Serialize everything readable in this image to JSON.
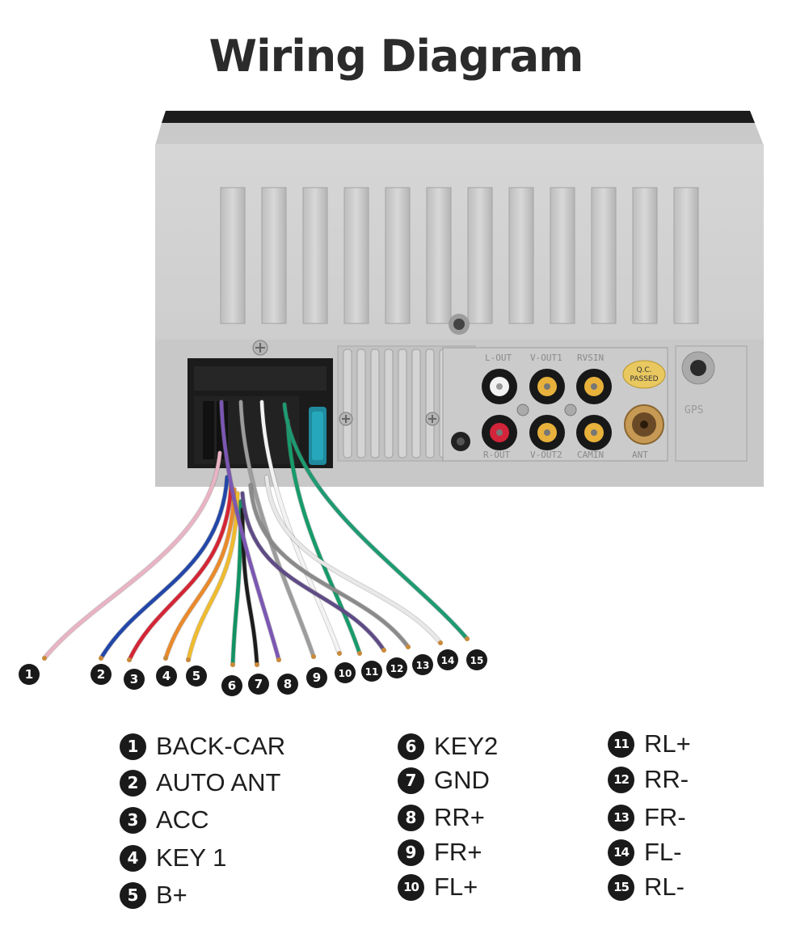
{
  "title": "Wiring Diagram",
  "unit_labels": {
    "l_out": "L-OUT",
    "v_out1": "V-OUT1",
    "rvsin": "RVSIN",
    "r_out": "R-OUT",
    "v_out2": "V-OUT2",
    "camin": "CAMIN",
    "ant": "ANT",
    "gps": "GPS",
    "qc": "Q.C.",
    "passed": "PASSED"
  },
  "wires": [
    {
      "n": "1",
      "color": "#e9b3c3"
    },
    {
      "n": "2",
      "color": "#2247a8"
    },
    {
      "n": "3",
      "color": "#d42535"
    },
    {
      "n": "4",
      "color": "#ea8a2a"
    },
    {
      "n": "5",
      "color": "#efbb2e"
    },
    {
      "n": "6",
      "color": "#129263"
    },
    {
      "n": "7",
      "color": "#1c1c1c"
    },
    {
      "n": "8",
      "color": "#7b57b3"
    },
    {
      "n": "9",
      "color": "#9c9c9c"
    },
    {
      "n": "10",
      "color": "#f3f3f3"
    },
    {
      "n": "11",
      "color": "#179b6b"
    },
    {
      "n": "12",
      "color": "#5e4b86"
    },
    {
      "n": "13",
      "color": "#8a8a8a"
    },
    {
      "n": "14",
      "color": "#e8e8e8"
    },
    {
      "n": "15",
      "color": "#1e9a72"
    }
  ],
  "legend": [
    {
      "n": "1",
      "label": "BACK-CAR"
    },
    {
      "n": "2",
      "label": "AUTO ANT"
    },
    {
      "n": "3",
      "label": "ACC"
    },
    {
      "n": "4",
      "label": "KEY 1"
    },
    {
      "n": "5",
      "label": "B+"
    },
    {
      "n": "6",
      "label": "KEY2"
    },
    {
      "n": "7",
      "label": "GND"
    },
    {
      "n": "8",
      "label": "RR+"
    },
    {
      "n": "9",
      "label": "FR+"
    },
    {
      "n": "10",
      "label": "FL+"
    },
    {
      "n": "11",
      "label": "RL+"
    },
    {
      "n": "12",
      "label": "RR-"
    },
    {
      "n": "13",
      "label": "FR-"
    },
    {
      "n": "14",
      "label": "FL-"
    },
    {
      "n": "15",
      "label": "RL-"
    }
  ]
}
